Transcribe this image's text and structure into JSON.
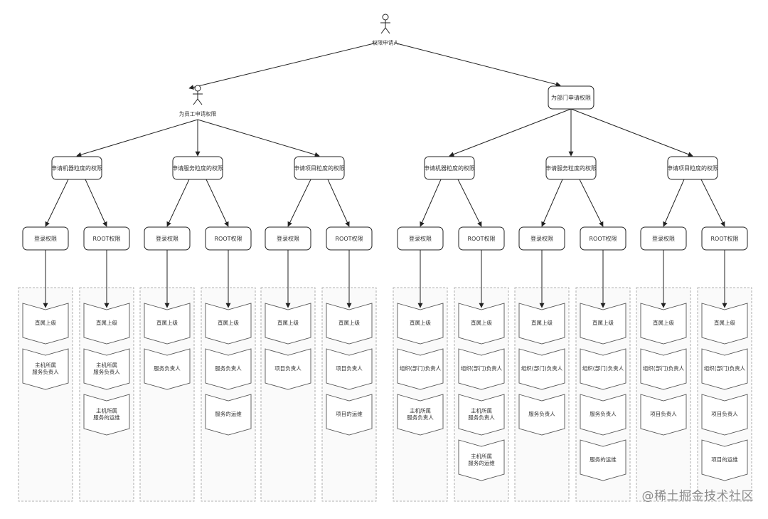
{
  "title": "",
  "root": {
    "label": "权限申请人"
  },
  "employee_branch": {
    "label": "为员工申请权限",
    "groups": [
      {
        "label": "申请机器粒度的权限",
        "leaves": [
          {
            "label": "登录权限",
            "chain": [
              "直属上级",
              "主机所属\n服务负责人"
            ]
          },
          {
            "label": "ROOT权限",
            "chain": [
              "直属上级",
              "主机所属\n服务负责人",
              "主机所属\n服务的运维"
            ]
          }
        ]
      },
      {
        "label": "申请服务粒度的权限",
        "leaves": [
          {
            "label": "登录权限",
            "chain": [
              "直属上级",
              "服务负责人"
            ]
          },
          {
            "label": "ROOT权限",
            "chain": [
              "直属上级",
              "服务负责人",
              "服务的运维"
            ]
          }
        ]
      },
      {
        "label": "申请项目粒度的权限",
        "leaves": [
          {
            "label": "登录权限",
            "chain": [
              "直属上级",
              "项目负责人"
            ]
          },
          {
            "label": "ROOT权限",
            "chain": [
              "直属上级",
              "项目负责人",
              "项目的运维"
            ]
          }
        ]
      }
    ]
  },
  "department_branch": {
    "label": "为部门申请权限",
    "groups": [
      {
        "label": "申请机器粒度的权限",
        "leaves": [
          {
            "label": "登录权限",
            "chain": [
              "直属上级",
              "组织(部门)负责人",
              "主机所属\n服务负责人"
            ]
          },
          {
            "label": "ROOT权限",
            "chain": [
              "直属上级",
              "组织(部门)负责人",
              "主机所属\n服务负责人",
              "主机所属\n服务的运维"
            ]
          }
        ]
      },
      {
        "label": "申请服务粒度的权限",
        "leaves": [
          {
            "label": "登录权限",
            "chain": [
              "直属上级",
              "组织(部门)负责人",
              "服务负责人"
            ]
          },
          {
            "label": "ROOT权限",
            "chain": [
              "直属上级",
              "组织(部门)负责人",
              "服务负责人",
              "服务的运维"
            ]
          }
        ]
      },
      {
        "label": "申请项目粒度的权限",
        "leaves": [
          {
            "label": "登录权限",
            "chain": [
              "直属上级",
              "组织(部门)负责人",
              "项目负责人"
            ]
          },
          {
            "label": "ROOT权限",
            "chain": [
              "直属上级",
              "组织(部门)负责人",
              "项目负责人",
              "项目的运维"
            ]
          }
        ]
      }
    ]
  },
  "watermark": "@稀土掘金技术社区",
  "colors": {
    "stroke": "#222222",
    "dash": "#9a9a9a",
    "text": "#333333",
    "panel": "#fafafa"
  },
  "icons": {
    "actor": "person-icon"
  }
}
